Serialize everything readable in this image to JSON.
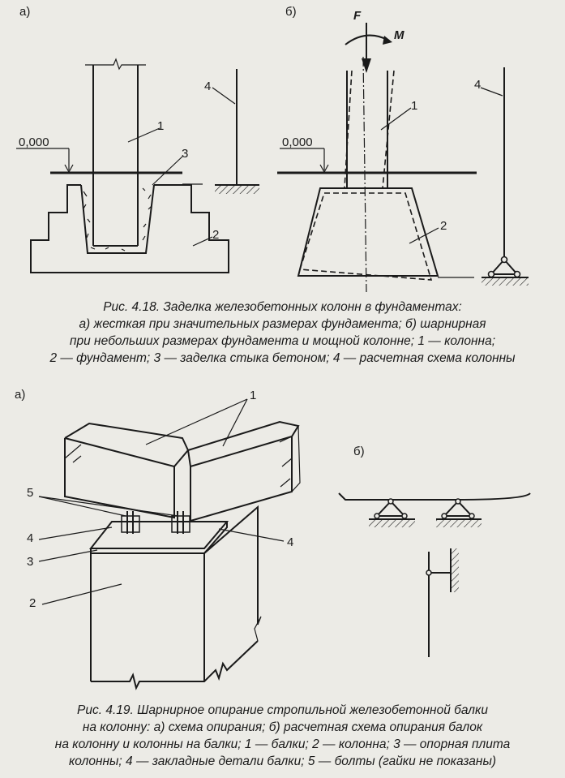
{
  "fig418": {
    "label_a": "а)",
    "label_b": "б)",
    "level_a": "0,000",
    "level_b": "0,000",
    "force": "F",
    "moment": "M",
    "a_num_1": "1",
    "a_num_2": "2",
    "a_num_3": "3",
    "a_num_4": "4",
    "b_num_1": "1",
    "b_num_2": "2",
    "b_num_4": "4",
    "caption": [
      "Рис. 4.18. Заделка железобетонных колонн в фундаментах:",
      "а) жесткая при значительных размерах фундамента; б) шарнирная",
      "при небольших размерах фундамента и мощной колонне; 1 — колонна;",
      "2 — фундамент; 3 — заделка стыка бетоном; 4 — расчетная схема колонны"
    ]
  },
  "fig419": {
    "label_a": "а)",
    "label_b": "б)",
    "num_1": "1",
    "num_2": "2",
    "num_3": "3",
    "num_4_left": "4",
    "num_4_right": "4",
    "num_5": "5",
    "caption": [
      "Рис. 4.19. Шарнирное опирание стропильной железобетонной балки",
      "на колонну: а) схема опирания; б) расчетная схема опирания балок",
      "на колонну и колонны на балки; 1 — балки; 2 — колонна; 3 — опорная плита",
      "колонны; 4 — закладные детали балки; 5 — болты (гайки не показаны)"
    ]
  }
}
